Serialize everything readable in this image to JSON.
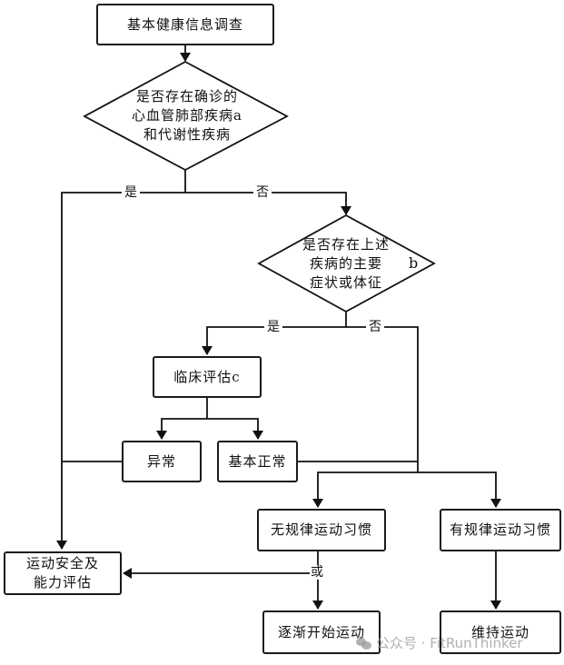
{
  "nodes": {
    "start": "基本健康信息调查",
    "decision1": {
      "lines": [
        "是否存在确诊的",
        "心血管肺部疾病a",
        "和代谢性疾病"
      ]
    },
    "decision2": {
      "lines": [
        "是否存在上述",
        "疾病的主要",
        "症状或体征"
      ],
      "note": "b"
    },
    "clinical": "临床评估c",
    "abnormal": "异常",
    "normal": "基本正常",
    "no_habit": "无规律运动习惯",
    "habit": "有规律运动习惯",
    "safety": {
      "lines": [
        "运动安全及",
        "能力评估"
      ]
    },
    "gradual": "逐渐开始运动",
    "maintain": "维持运动"
  },
  "edge_labels": {
    "d1_yes": "是",
    "d1_no": "否",
    "d2_yes": "是",
    "d2_no": "否",
    "or": "或"
  },
  "watermark": {
    "icon": "wechat-icon",
    "text": "公众号 · FitRunThinker"
  }
}
